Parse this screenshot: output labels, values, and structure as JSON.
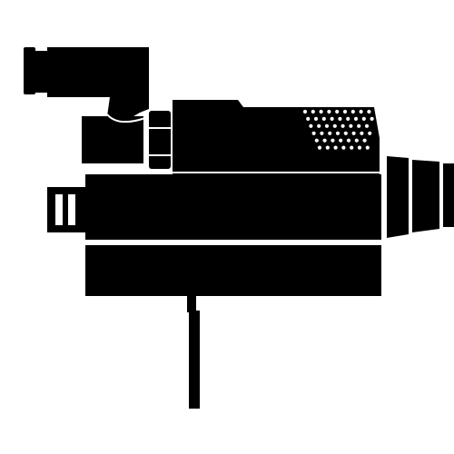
{
  "illustration": {
    "subject": "video-camera-icon",
    "colors": {
      "ink": "#000000",
      "paper": "#ffffff"
    },
    "parts": [
      "viewfinder-eyepiece",
      "viewfinder-arm",
      "viewfinder-hinge",
      "camera-top-housing",
      "speaker-grille",
      "battery-side-plate",
      "camera-body",
      "camera-base",
      "lens-barrel",
      "grip-strap"
    ]
  }
}
